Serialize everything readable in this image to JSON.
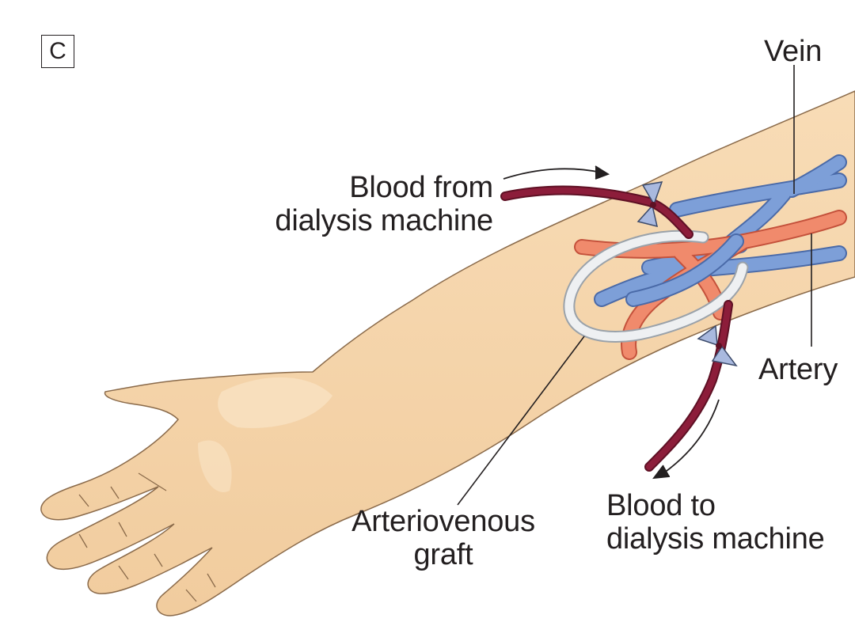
{
  "panel_letter": "C",
  "labels": {
    "vein": "Vein",
    "artery": "Artery",
    "blood_from_line1": "Blood from",
    "blood_from_line2": "dialysis machine",
    "blood_to_line1": "Blood to",
    "blood_to_line2": "dialysis machine",
    "graft_line1": "Arteriovenous",
    "graft_line2": "graft"
  },
  "colors": {
    "skin": "#f6d6ae",
    "skin_outline": "#8a6a4a",
    "vein": "#6f93d2",
    "artery": "#ee7a5e",
    "graft": "#eef0f2",
    "tubing": "#8c1d3a",
    "clamp": "#a9b9df",
    "text": "#231f20"
  }
}
